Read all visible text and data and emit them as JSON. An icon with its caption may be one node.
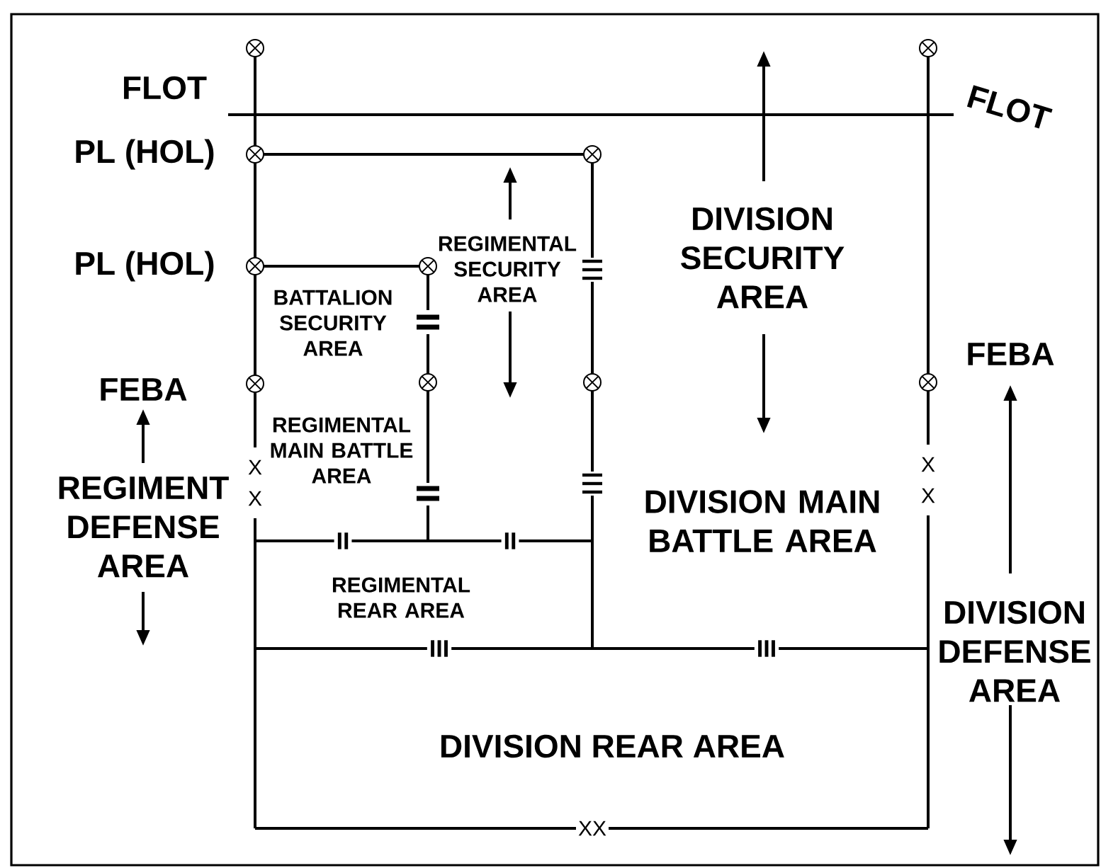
{
  "diagram": {
    "labels": [
      "FLOT",
      "FLOT",
      "PL (HOL)",
      "REGIMENTAL SECURITY AREA",
      "DIVISION SECURITY AREA",
      "PL (HOL)",
      "BATTALION SECURITY AREA",
      "FEBA",
      "FEBA",
      "REGIMENTAL MAIN BATTLE AREA",
      "X",
      "X",
      "X",
      "X",
      "REGIMENT DEFENSE AREA",
      "DIVISION MAIN BATTLE AREA",
      "II",
      "II",
      "REGIMENTAL REAR AREA",
      "III",
      "III",
      "DIVISION DEFENSE AREA",
      "DIVISION REAR AREA",
      "XX"
    ]
  }
}
